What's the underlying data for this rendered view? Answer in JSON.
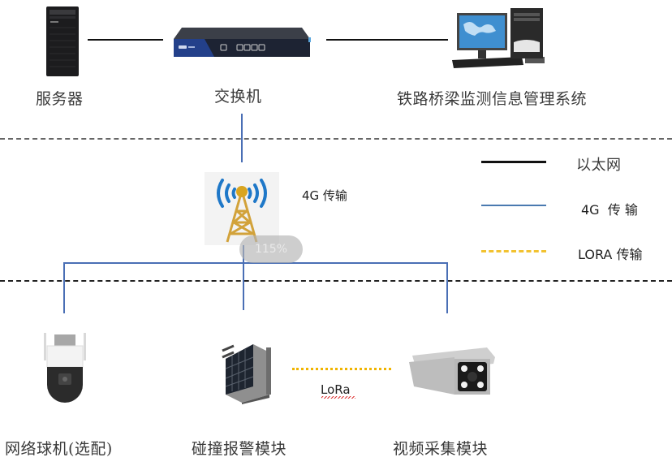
{
  "nodes": {
    "server": {
      "label": "服务器",
      "icon": "server-tower-icon"
    },
    "switch": {
      "label": "交换机",
      "icon": "network-switch-icon"
    },
    "system": {
      "label": "铁路桥梁监测信息管理系统",
      "icon": "desktop-computer-icon"
    },
    "tower": {
      "label": "4G 传输",
      "icon": "cell-tower-icon"
    },
    "dome_camera": {
      "label": "网络球机(选配)",
      "icon": "dome-camera-icon"
    },
    "collision_module": {
      "label": "碰撞报警模块",
      "icon": "solar-alarm-module-icon"
    },
    "video_module": {
      "label": "视频采集模块",
      "icon": "bullet-camera-icon"
    }
  },
  "links": {
    "lora_label": "LoRa"
  },
  "legend": {
    "items": [
      {
        "label": "以太网",
        "style": "solid",
        "color": "#111111"
      },
      {
        "label": "4G  传 输",
        "style": "solid",
        "color": "#4a7ab0"
      },
      {
        "label": "LORA 传输",
        "style": "dashed",
        "color": "#f2c230"
      }
    ]
  },
  "overlay": {
    "zoom_level": "115%"
  },
  "colors": {
    "ethernet": "#111111",
    "fourg": "#4a6fb5",
    "lora": "#f2c230",
    "divider": "#444444"
  }
}
